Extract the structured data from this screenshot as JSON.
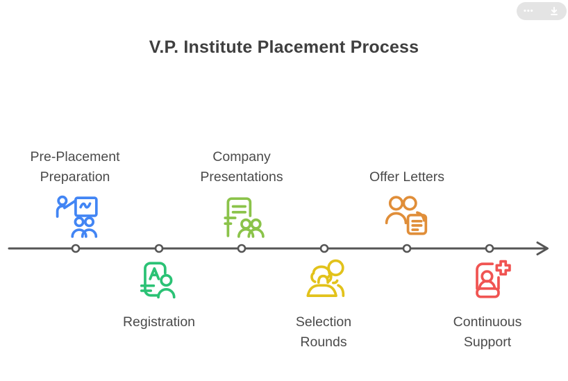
{
  "title": "V.P. Institute Placement Process",
  "toolbar": {
    "more_label": "•••",
    "download_icon_name": "download"
  },
  "timeline": {
    "line_color": "#555555",
    "node_fill": "#ffffff",
    "steps": [
      {
        "label": "Pre-Placement Preparation",
        "side": "top",
        "color": "#4285F4",
        "icon": "presentation-training-icon"
      },
      {
        "label": "Registration",
        "side": "bottom",
        "color": "#2BC275",
        "icon": "id-card-person-icon"
      },
      {
        "label": "Company Presentations",
        "side": "top",
        "color": "#8BC34A",
        "icon": "company-document-audience-icon"
      },
      {
        "label": "Selection Rounds",
        "side": "bottom",
        "color": "#E2C21B",
        "icon": "candidate-search-icon"
      },
      {
        "label": "Offer Letters",
        "side": "top",
        "color": "#E08E39",
        "icon": "people-offer-document-icon"
      },
      {
        "label": "Continuous Support",
        "side": "bottom",
        "color": "#F05452",
        "icon": "support-card-plus-icon"
      }
    ]
  },
  "text_color": "#4a4a4a",
  "title_color": "#3f3f3f"
}
